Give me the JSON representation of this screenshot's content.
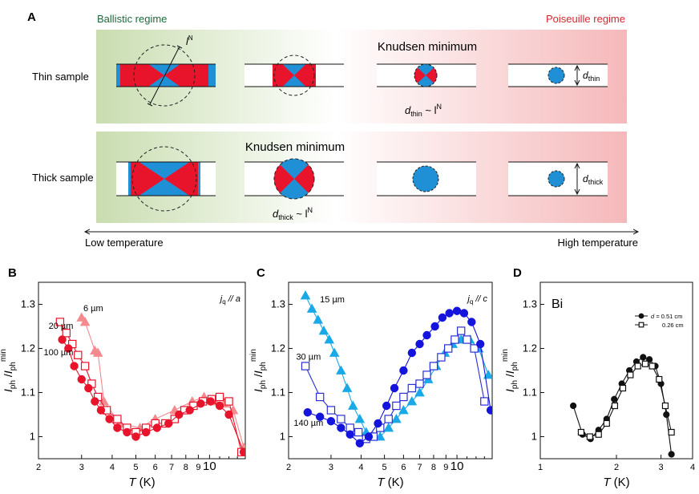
{
  "panel_a": {
    "letter": "A",
    "ballistic_label": "Ballistic regime",
    "poiseuille_label": "Poiseuille regime",
    "thin_row_label": "Thin sample",
    "thick_row_label": "Thick sample",
    "knudsen_label": "Knudsen minimum",
    "thin_condition": "d",
    "thin_condition_sub": "thin",
    "thick_condition": "d",
    "thick_condition_sub": "thick",
    "condition_rhs": " ~ l",
    "condition_sup": "N",
    "mfp_label": "l",
    "mfp_sup": "N",
    "low_temp": "Low temperature",
    "high_temp": "High temperature",
    "d_label": "d",
    "d_thin_sub": "thin",
    "d_thick_sub": "thick",
    "colors": {
      "ballistic_green": "#c9ddb0",
      "poiseuille_red": "#f5b8ba",
      "red": "#e8142c",
      "blue": "#1f8fd6"
    }
  },
  "chart_data": [
    {
      "panel": "B",
      "type": "scatter",
      "annotation": "j",
      "annotation_sub": "q",
      "annotation_rest": " // a",
      "xlabel": "T",
      "xunit": " (K)",
      "ylabel_main": "I",
      "ylabel_sub1": "ph",
      "ylabel_sub2": "ph",
      "ylabel_sup": "min",
      "xscale": "log",
      "xlim": [
        2,
        14
      ],
      "ylim": [
        0.95,
        1.35
      ],
      "xticks": [
        {
          "v": 2,
          "label": "2"
        },
        {
          "v": 3,
          "label": "3"
        },
        {
          "v": 4,
          "label": "4"
        },
        {
          "v": 5,
          "label": "5"
        },
        {
          "v": 6,
          "label": "6"
        },
        {
          "v": 7,
          "label": "7"
        },
        {
          "v": 8,
          "label": "8"
        },
        {
          "v": 9,
          "label": "9"
        },
        {
          "v": 10,
          "label": "10"
        }
      ],
      "yticks": [
        {
          "v": 1.0,
          "label": "1"
        },
        {
          "v": 1.1,
          "label": "1.1"
        },
        {
          "v": 1.2,
          "label": "1.2"
        },
        {
          "v": 1.3,
          "label": "1.3"
        }
      ],
      "series": [
        {
          "name": "6 µm",
          "marker": "triangle",
          "filled": true,
          "color": "#f58a8e",
          "x": [
            3.0,
            3.1,
            3.4,
            3.5,
            3.7,
            4.3,
            5.2,
            6.0,
            7.2,
            8.5,
            9.5,
            10.5,
            11.5,
            12.5,
            13.8
          ],
          "y": [
            1.27,
            1.26,
            1.195,
            1.19,
            1.08,
            1.03,
            1.02,
            1.04,
            1.06,
            1.08,
            1.09,
            1.08,
            1.075,
            1.06,
            0.975
          ]
        },
        {
          "name": "20 µm",
          "marker": "square",
          "filled": false,
          "color": "#e8142c",
          "x": [
            2.45,
            2.6,
            2.75,
            2.9,
            3.1,
            3.3,
            3.5,
            3.8,
            4.2,
            4.6,
            5.0,
            5.5,
            6.0,
            6.6,
            7.2,
            7.9,
            8.6,
            9.4,
            10.2,
            11.0,
            12.0,
            13.5
          ],
          "y": [
            1.26,
            1.235,
            1.21,
            1.185,
            1.16,
            1.12,
            1.09,
            1.06,
            1.04,
            1.02,
            1.01,
            1.02,
            1.03,
            1.03,
            1.04,
            1.06,
            1.07,
            1.08,
            1.085,
            1.09,
            1.08,
            0.965
          ]
        },
        {
          "name": "100 µm",
          "marker": "circle",
          "filled": true,
          "color": "#e8142c",
          "x": [
            2.5,
            2.65,
            2.8,
            3.0,
            3.2,
            3.4,
            3.6,
            3.9,
            4.2,
            4.6,
            5.0,
            5.5,
            6.1,
            6.8,
            7.5,
            8.3,
            9.2,
            10.1,
            11.0,
            12.0,
            13.8
          ],
          "y": [
            1.22,
            1.2,
            1.16,
            1.13,
            1.11,
            1.08,
            1.06,
            1.04,
            1.02,
            1.01,
            1.0,
            1.01,
            1.02,
            1.03,
            1.05,
            1.06,
            1.075,
            1.08,
            1.07,
            1.05,
            0.965
          ]
        }
      ],
      "series_labels": [
        {
          "text": "6 µm",
          "x": 3.05,
          "y": 1.285
        },
        {
          "text": "20 µm",
          "x": 2.2,
          "y": 1.245
        },
        {
          "text": "100 µm",
          "x": 2.1,
          "y": 1.185
        }
      ]
    },
    {
      "panel": "C",
      "type": "scatter",
      "annotation": "j",
      "annotation_sub": "q",
      "annotation_rest": " // c",
      "xlabel": "T",
      "xunit": " (K)",
      "ylabel_main": "I",
      "ylabel_sub1": "ph",
      "ylabel_sub2": "ph",
      "ylabel_sup": "min",
      "xscale": "log",
      "xlim": [
        2,
        14
      ],
      "ylim": [
        0.95,
        1.35
      ],
      "xticks": [
        {
          "v": 2,
          "label": "2"
        },
        {
          "v": 3,
          "label": "3"
        },
        {
          "v": 4,
          "label": "4"
        },
        {
          "v": 5,
          "label": "5"
        },
        {
          "v": 6,
          "label": "6"
        },
        {
          "v": 7,
          "label": "7"
        },
        {
          "v": 8,
          "label": "8"
        },
        {
          "v": 9,
          "label": "9"
        },
        {
          "v": 10,
          "label": "10"
        }
      ],
      "yticks": [
        {
          "v": 1.0,
          "label": "1"
        },
        {
          "v": 1.1,
          "label": "1.1"
        },
        {
          "v": 1.2,
          "label": "1.2"
        },
        {
          "v": 1.3,
          "label": "1.3"
        }
      ],
      "series": [
        {
          "name": "15 µm",
          "marker": "triangle",
          "filled": true,
          "color": "#19a9e6",
          "x": [
            2.35,
            2.5,
            2.65,
            2.8,
            2.95,
            3.1,
            3.3,
            3.5,
            3.7,
            3.95,
            4.2,
            4.5,
            4.8,
            5.2,
            5.6,
            6.0,
            6.5,
            7.0,
            7.6,
            8.2,
            8.9,
            9.6,
            10.4,
            11.3,
            12.3,
            13.5
          ],
          "y": [
            1.32,
            1.29,
            1.265,
            1.24,
            1.22,
            1.19,
            1.15,
            1.11,
            1.07,
            1.04,
            1.01,
            1.0,
            1.0,
            1.02,
            1.04,
            1.06,
            1.08,
            1.1,
            1.13,
            1.16,
            1.19,
            1.21,
            1.22,
            1.22,
            1.2,
            1.14
          ]
        },
        {
          "name": "30 µm",
          "marker": "square",
          "filled": false,
          "color": "#2a2fd6",
          "x": [
            2.35,
            2.7,
            3.0,
            3.3,
            3.6,
            3.9,
            4.2,
            4.5,
            4.8,
            5.2,
            5.6,
            6.0,
            6.5,
            7.0,
            7.5,
            8.0,
            8.6,
            9.2,
            9.8,
            10.4,
            11.0,
            11.8,
            13.0
          ],
          "y": [
            1.16,
            1.09,
            1.06,
            1.04,
            1.02,
            1.01,
            0.995,
            1.0,
            1.02,
            1.04,
            1.07,
            1.09,
            1.11,
            1.12,
            1.14,
            1.16,
            1.18,
            1.2,
            1.22,
            1.24,
            1.22,
            1.2,
            1.08
          ]
        },
        {
          "name": "140 µm",
          "marker": "circle",
          "filled": true,
          "color": "#1414dc",
          "x": [
            2.4,
            2.7,
            3.0,
            3.3,
            3.6,
            3.95,
            4.3,
            4.7,
            5.1,
            5.5,
            6.0,
            6.5,
            7.0,
            7.5,
            8.1,
            8.7,
            9.3,
            10.0,
            10.7,
            11.5,
            12.5,
            13.8
          ],
          "y": [
            1.055,
            1.045,
            1.035,
            1.02,
            1.005,
            0.985,
            1.0,
            1.03,
            1.07,
            1.11,
            1.15,
            1.19,
            1.21,
            1.23,
            1.25,
            1.27,
            1.28,
            1.285,
            1.28,
            1.26,
            1.21,
            1.06
          ]
        }
      ],
      "series_labels": [
        {
          "text": "15 µm",
          "x": 2.7,
          "y": 1.305
        },
        {
          "text": "30 µm",
          "x": 2.15,
          "y": 1.175
        },
        {
          "text": "140 µm",
          "x": 2.1,
          "y": 1.025
        }
      ]
    },
    {
      "panel": "D",
      "type": "scatter",
      "title": "Bi",
      "xlabel": "T",
      "xunit": " (K)",
      "ylabel_main": "I",
      "ylabel_sub1": "ph",
      "ylabel_sub2": "ph",
      "ylabel_sup": "min",
      "xscale": "log",
      "xlim": [
        1,
        4
      ],
      "ylim": [
        0.95,
        1.35
      ],
      "xticks": [
        {
          "v": 1,
          "label": "1"
        },
        {
          "v": 2,
          "label": "2"
        },
        {
          "v": 3,
          "label": "3"
        },
        {
          "v": 4,
          "label": "4"
        }
      ],
      "yticks": [
        {
          "v": 1.0,
          "label": "1"
        },
        {
          "v": 1.1,
          "label": "1.1"
        },
        {
          "v": 1.2,
          "label": "1.2"
        },
        {
          "v": 1.3,
          "label": "1.3"
        }
      ],
      "legend_position": "top-right",
      "legend_prefix": "d = ",
      "series": [
        {
          "name": "0.51 cm",
          "legend_label": "0.51 cm",
          "marker": "circle",
          "filled": true,
          "color": "#111111",
          "x": [
            1.35,
            1.47,
            1.58,
            1.7,
            1.83,
            1.96,
            2.1,
            2.25,
            2.4,
            2.55,
            2.7,
            2.85,
            3.0,
            3.15,
            3.3
          ],
          "y": [
            1.07,
            1.005,
            0.995,
            1.015,
            1.04,
            1.085,
            1.12,
            1.15,
            1.17,
            1.18,
            1.175,
            1.16,
            1.12,
            1.05,
            0.96
          ]
        },
        {
          "name": "0.26 cm",
          "legend_label": "0.26 cm",
          "marker": "square",
          "filled": false,
          "color": "#111111",
          "x": [
            1.45,
            1.57,
            1.7,
            1.83,
            1.97,
            2.12,
            2.27,
            2.43,
            2.6,
            2.77,
            2.95,
            3.12,
            3.3
          ],
          "y": [
            1.01,
            1.0,
            1.005,
            1.03,
            1.07,
            1.11,
            1.14,
            1.16,
            1.165,
            1.16,
            1.13,
            1.07,
            1.01
          ]
        }
      ]
    }
  ]
}
